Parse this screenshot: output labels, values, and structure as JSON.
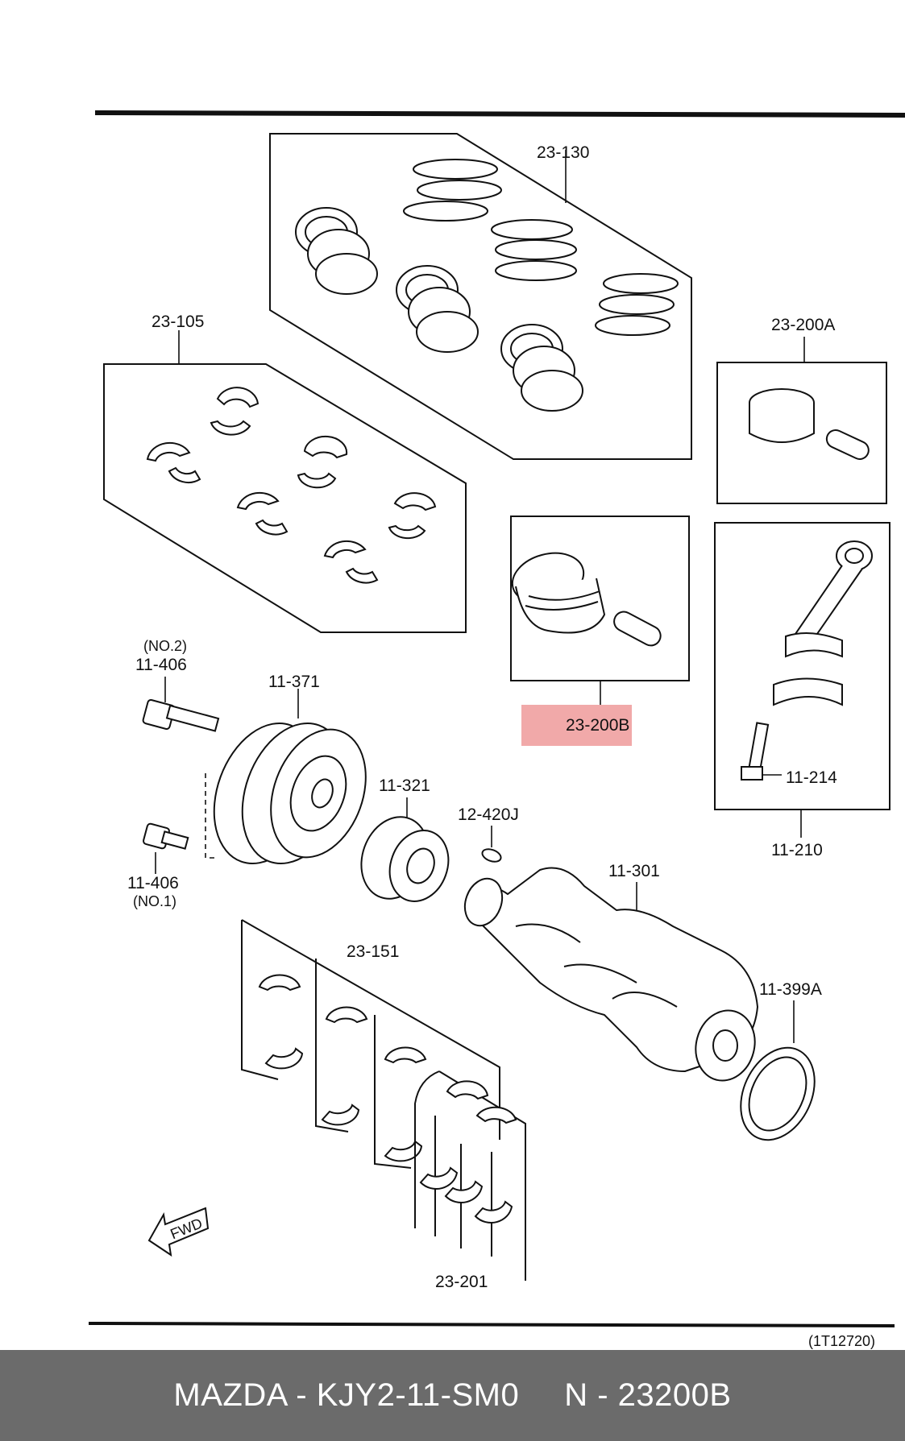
{
  "diagram": {
    "labels": {
      "rings_kit": "23-130",
      "crank_bearings": "23-105",
      "piston_pin_a": "23-200A",
      "piston_pin_b": "23-200B",
      "con_rod_assy": "11-210",
      "con_rod_bolt": "11-214",
      "pulley_bolt_no2_tag": "(NO.2)",
      "pulley_bolt_no2": "11-406",
      "pulley": "11-371",
      "timing_sprocket": "11-321",
      "key": "12-420J",
      "crankshaft": "11-301",
      "pulley_bolt_no1": "11-406",
      "pulley_bolt_no1_tag": "(NO.1)",
      "main_bearings": "23-151",
      "oil_seal": "11-399A",
      "thrust_bearings": "23-201",
      "fwd": "FWD",
      "figure_code": "(1T12720)"
    },
    "highlight_color": "#f0a0a0"
  },
  "footer": {
    "brand_part": "MAZDA - KJY2-11-SM0",
    "oem_number": "N - 23200B"
  }
}
